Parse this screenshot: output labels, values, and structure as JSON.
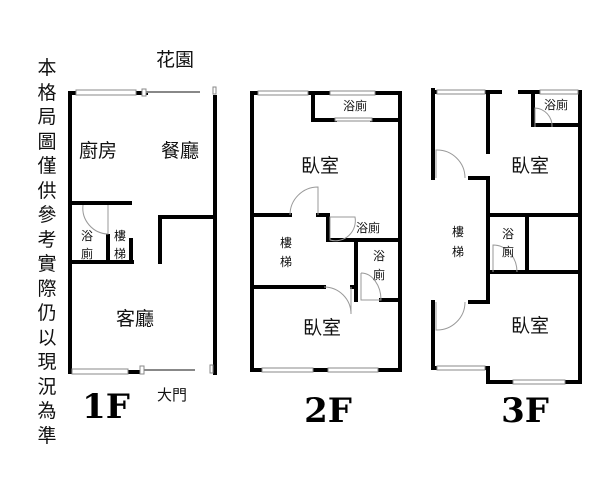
{
  "disclaimer": [
    "本",
    "格",
    "局",
    "圖",
    "僅",
    "供",
    "參",
    "考",
    "實",
    "際",
    "仍",
    "以",
    "現",
    "況",
    "為",
    "準"
  ],
  "floor1": {
    "label": "1F",
    "garden": "花園",
    "kitchen": "廚房",
    "dining": "餐廳",
    "bath": [
      "浴",
      "廁"
    ],
    "stairs": [
      "樓",
      "梯"
    ],
    "living": "客廳",
    "entrance": "大門"
  },
  "floor2": {
    "label": "2F",
    "bath_top": "浴廁",
    "bedroom_top": "臥室",
    "bath_mid": "浴廁",
    "stairs": [
      "樓",
      "梯"
    ],
    "bath_side": [
      "浴",
      "廁"
    ],
    "bedroom_bottom": "臥室"
  },
  "floor3": {
    "label": "3F",
    "bath_top": "浴廁",
    "bedroom_top": "臥室",
    "stairs": [
      "樓",
      "梯"
    ],
    "bath_mid": [
      "浴",
      "廁"
    ],
    "bedroom_bottom": "臥室"
  }
}
